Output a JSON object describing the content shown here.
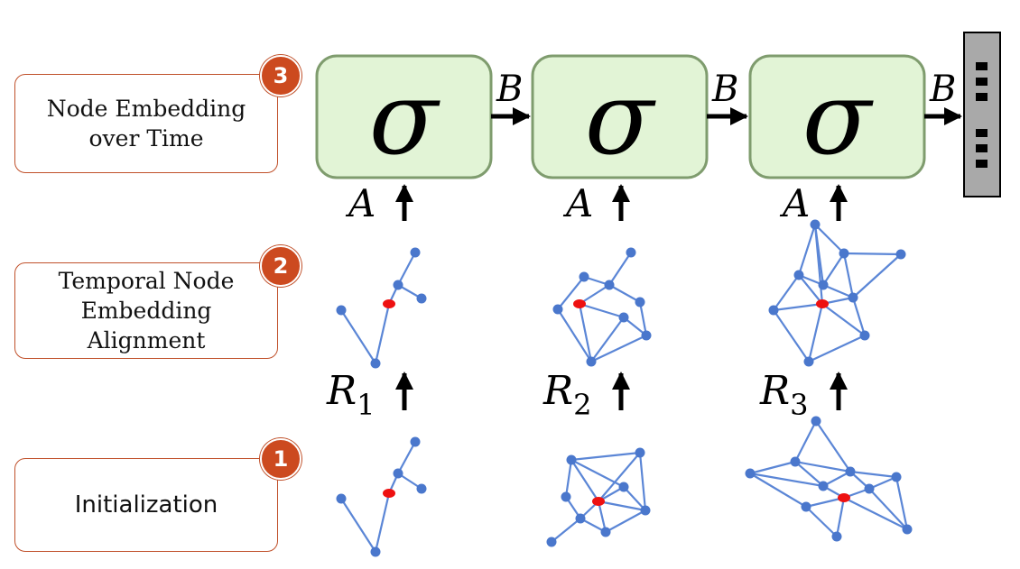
{
  "steps": [
    {
      "number": "3",
      "label": "Node Embedding\nover Time"
    },
    {
      "number": "2",
      "label": "Temporal Node\nEmbedding\nAlignment"
    },
    {
      "number": "1",
      "label": "Initialization"
    }
  ],
  "rnn_cells": [
    {
      "symbol": "σ",
      "input_label": "A",
      "output_label": "B"
    },
    {
      "symbol": "σ",
      "input_label": "A",
      "output_label": "B"
    },
    {
      "symbol": "σ",
      "input_label": "A",
      "output_label": "B"
    }
  ],
  "alignment_labels": [
    {
      "base": "R",
      "subscript": "1"
    },
    {
      "base": "R",
      "subscript": "2"
    },
    {
      "base": "R",
      "subscript": "3"
    }
  ],
  "ellipsis_symbol": "⋮⋮",
  "colors": {
    "cell_fill": "#e2f4d6",
    "cell_stroke": "#7f9c6e",
    "node": "#4a77cc",
    "edge": "#5b86d6",
    "center_node": "#ee1111",
    "badge": "#cc4a1f",
    "box_border": "#c0502a"
  }
}
